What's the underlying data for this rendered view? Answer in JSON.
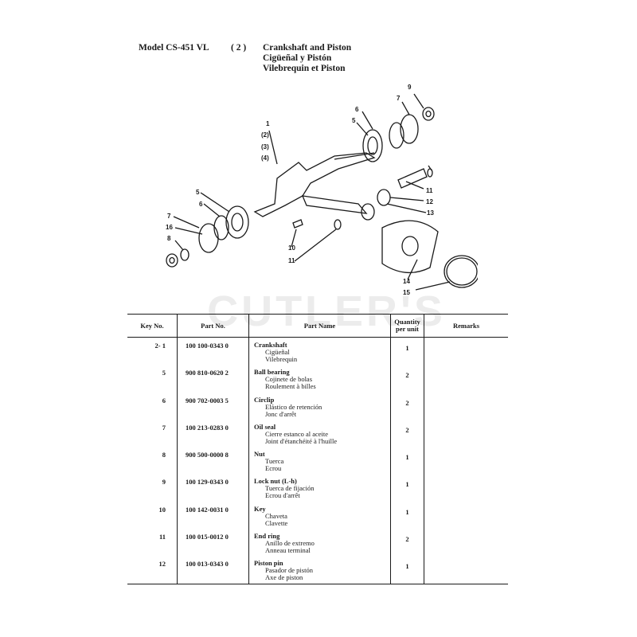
{
  "header": {
    "model": "Model CS-451 VL",
    "section_number": "( 2 )",
    "title_en": "Crankshaft and Piston",
    "title_es": "Cigüeñal y Pistón",
    "title_fr": "Vilebrequin et Piston"
  },
  "watermark": "CUTLER'S",
  "diagram": {
    "callouts": [
      "9",
      "7",
      "6",
      "5",
      "1",
      "(2)",
      "(3)",
      "(4)",
      "11",
      "12",
      "13",
      "5",
      "6",
      "7",
      "16",
      "8",
      "10",
      "11",
      "14",
      "15"
    ]
  },
  "table": {
    "columns": [
      "Key No.",
      "Part No.",
      "Part Name",
      "Quantity per unit",
      "Remarks"
    ],
    "rows": [
      {
        "key": "2-  1",
        "part_no": "100 100-0343 0",
        "en": "Crankshaft",
        "es": "Cigüeñal",
        "fr": "Vilebrequin",
        "qty": "1"
      },
      {
        "key": "5",
        "part_no": "900 810-0620 2",
        "en": "Ball bearing",
        "es": "Cojinete de bolas",
        "fr": "Roulement à billes",
        "qty": "2"
      },
      {
        "key": "6",
        "part_no": "900 702-0003 5",
        "en": "Circlip",
        "es": "Elástico de retención",
        "fr": "Jonc d'arrêt",
        "qty": "2"
      },
      {
        "key": "7",
        "part_no": "100 213-0283 0",
        "en": "Oil seal",
        "es": "Cierre estanco al aceite",
        "fr": "Joint d'étanchéité à l'huille",
        "qty": "2"
      },
      {
        "key": "8",
        "part_no": "900 500-0000 8",
        "en": "Nut",
        "es": "Tuerca",
        "fr": "Ecrou",
        "qty": "1"
      },
      {
        "key": "9",
        "part_no": "100 129-0343 0",
        "en": "Lock nut (L-h)",
        "es": "Tuerca de fijación",
        "fr": "Ecrou d'arrêt",
        "qty": "1"
      },
      {
        "key": "10",
        "part_no": "100 142-0031 0",
        "en": "Key",
        "es": "Chaveta",
        "fr": "Clavette",
        "qty": "1"
      },
      {
        "key": "11",
        "part_no": "100 015-0012 0",
        "en": "End ring",
        "es": "Anillo de extremo",
        "fr": "Anneau terminal",
        "qty": "2"
      },
      {
        "key": "12",
        "part_no": "100 013-0343 0",
        "en": "Piston pin",
        "es": "Pasador de pistón",
        "fr": "Axe de piston",
        "qty": "1"
      }
    ]
  }
}
